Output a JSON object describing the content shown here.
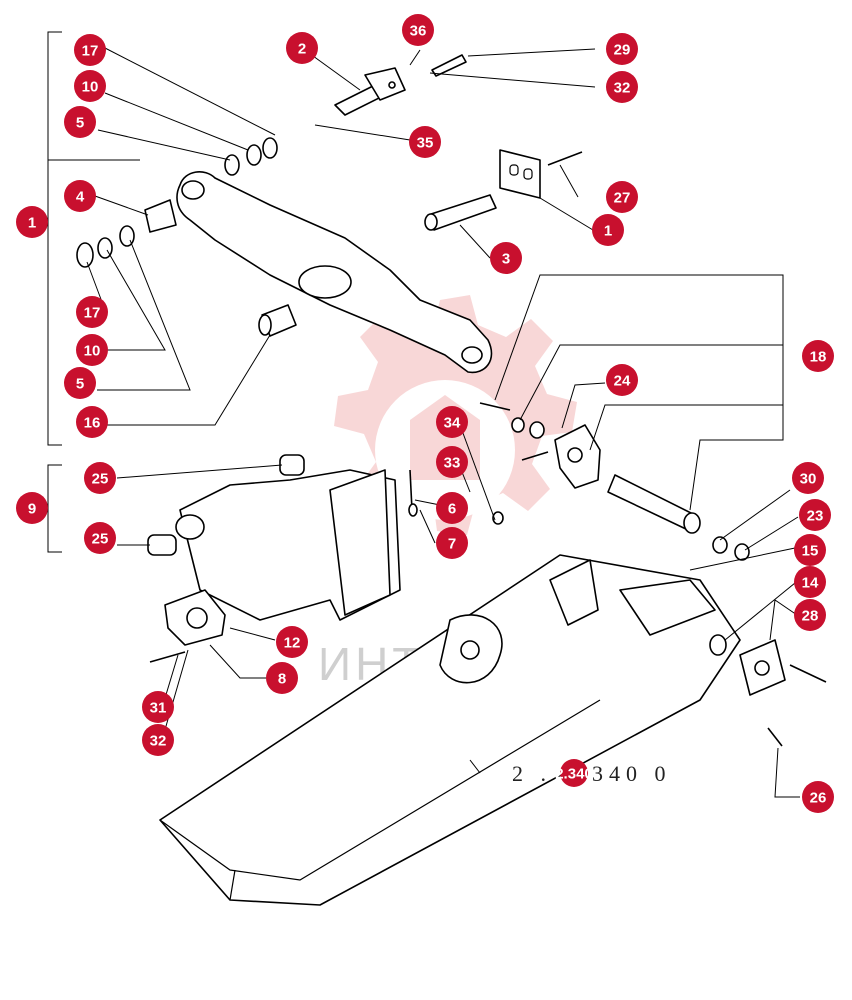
{
  "diagram": {
    "watermark_text": "ИНТЕХ",
    "reference_label": "2 . 2.340 0",
    "colors": {
      "marker": "#c8102e",
      "marker_text": "#ffffff",
      "watermark": "#f3b7b7",
      "line": "#000000"
    },
    "markers": [
      {
        "id": "m-36",
        "label": "36"
      },
      {
        "id": "m-2",
        "label": "2"
      },
      {
        "id": "m-29",
        "label": "29"
      },
      {
        "id": "m-32a",
        "label": "32"
      },
      {
        "id": "m-17a",
        "label": "17"
      },
      {
        "id": "m-10a",
        "label": "10"
      },
      {
        "id": "m-5a",
        "label": "5"
      },
      {
        "id": "m-35",
        "label": "35"
      },
      {
        "id": "m-4",
        "label": "4"
      },
      {
        "id": "m-27",
        "label": "27"
      },
      {
        "id": "m-1a",
        "label": "1"
      },
      {
        "id": "m-1b",
        "label": "1"
      },
      {
        "id": "m-3",
        "label": "3"
      },
      {
        "id": "m-17b",
        "label": "17"
      },
      {
        "id": "m-10b",
        "label": "10"
      },
      {
        "id": "m-5b",
        "label": "5"
      },
      {
        "id": "m-16",
        "label": "16"
      },
      {
        "id": "m-18",
        "label": "18"
      },
      {
        "id": "m-24",
        "label": "24"
      },
      {
        "id": "m-34",
        "label": "34"
      },
      {
        "id": "m-33",
        "label": "33"
      },
      {
        "id": "m-25a",
        "label": "25"
      },
      {
        "id": "m-9",
        "label": "9"
      },
      {
        "id": "m-6",
        "label": "6"
      },
      {
        "id": "m-7",
        "label": "7"
      },
      {
        "id": "m-30",
        "label": "30"
      },
      {
        "id": "m-23",
        "label": "23"
      },
      {
        "id": "m-25b",
        "label": "25"
      },
      {
        "id": "m-15",
        "label": "15"
      },
      {
        "id": "m-14",
        "label": "14"
      },
      {
        "id": "m-28",
        "label": "28"
      },
      {
        "id": "m-12",
        "label": "12"
      },
      {
        "id": "m-8",
        "label": "8"
      },
      {
        "id": "m-31",
        "label": "31"
      },
      {
        "id": "m-32b",
        "label": "32"
      },
      {
        "id": "m-26",
        "label": "26"
      },
      {
        "id": "m-ref",
        "label": "2.340"
      }
    ]
  }
}
